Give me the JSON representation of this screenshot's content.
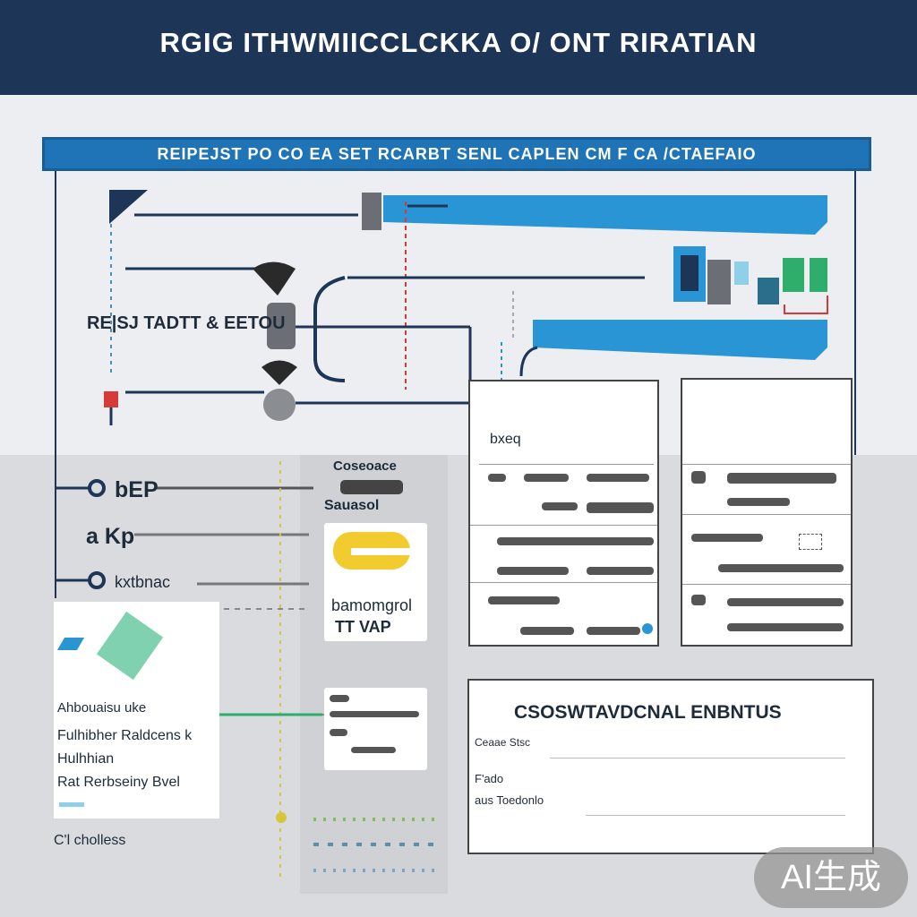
{
  "header": {
    "title": "RGIG ITHWMIICCLCKKA O/ ONT RIRATIAN"
  },
  "banner": {
    "text": "REIPEJST PO CO EA SET RCARBT SENL CAPLEN CM F CA /CTAEFAIO"
  },
  "labels": {
    "left_mid": "RE|SJ TADTT & EETOU",
    "node1": "bEP",
    "node2": "a Kp",
    "node3": "kxtbnac",
    "card_top": "Coseoace",
    "card_sub": "Sauasol",
    "card_l1": "bamomgrol",
    "card_l2": "TT VAP",
    "panel_title": "bxeq",
    "leftcard_top": "Ahbouaisu uke",
    "leftcard_l1": "Fulhibher Raldcens k",
    "leftcard_l2": "Hulhhian",
    "leftcard_l3": "Rat Rerbseiny Bvel",
    "bottom_left": "C'l cholless",
    "right_title": "CSOSWTAVDCNAL ENBNTUS",
    "right_l1": "Ceaae Stsc",
    "right_l2": "F'ado",
    "right_l3": "aus Toedonlo"
  },
  "badge": {
    "text": "AI生成"
  },
  "colors": {
    "header": "#1d3556",
    "accent": "#1f74b8",
    "arrow_blue": "#2a95d4",
    "red": "#d83a3a",
    "green": "#2fae6b",
    "yellow": "#f2cc2e"
  }
}
